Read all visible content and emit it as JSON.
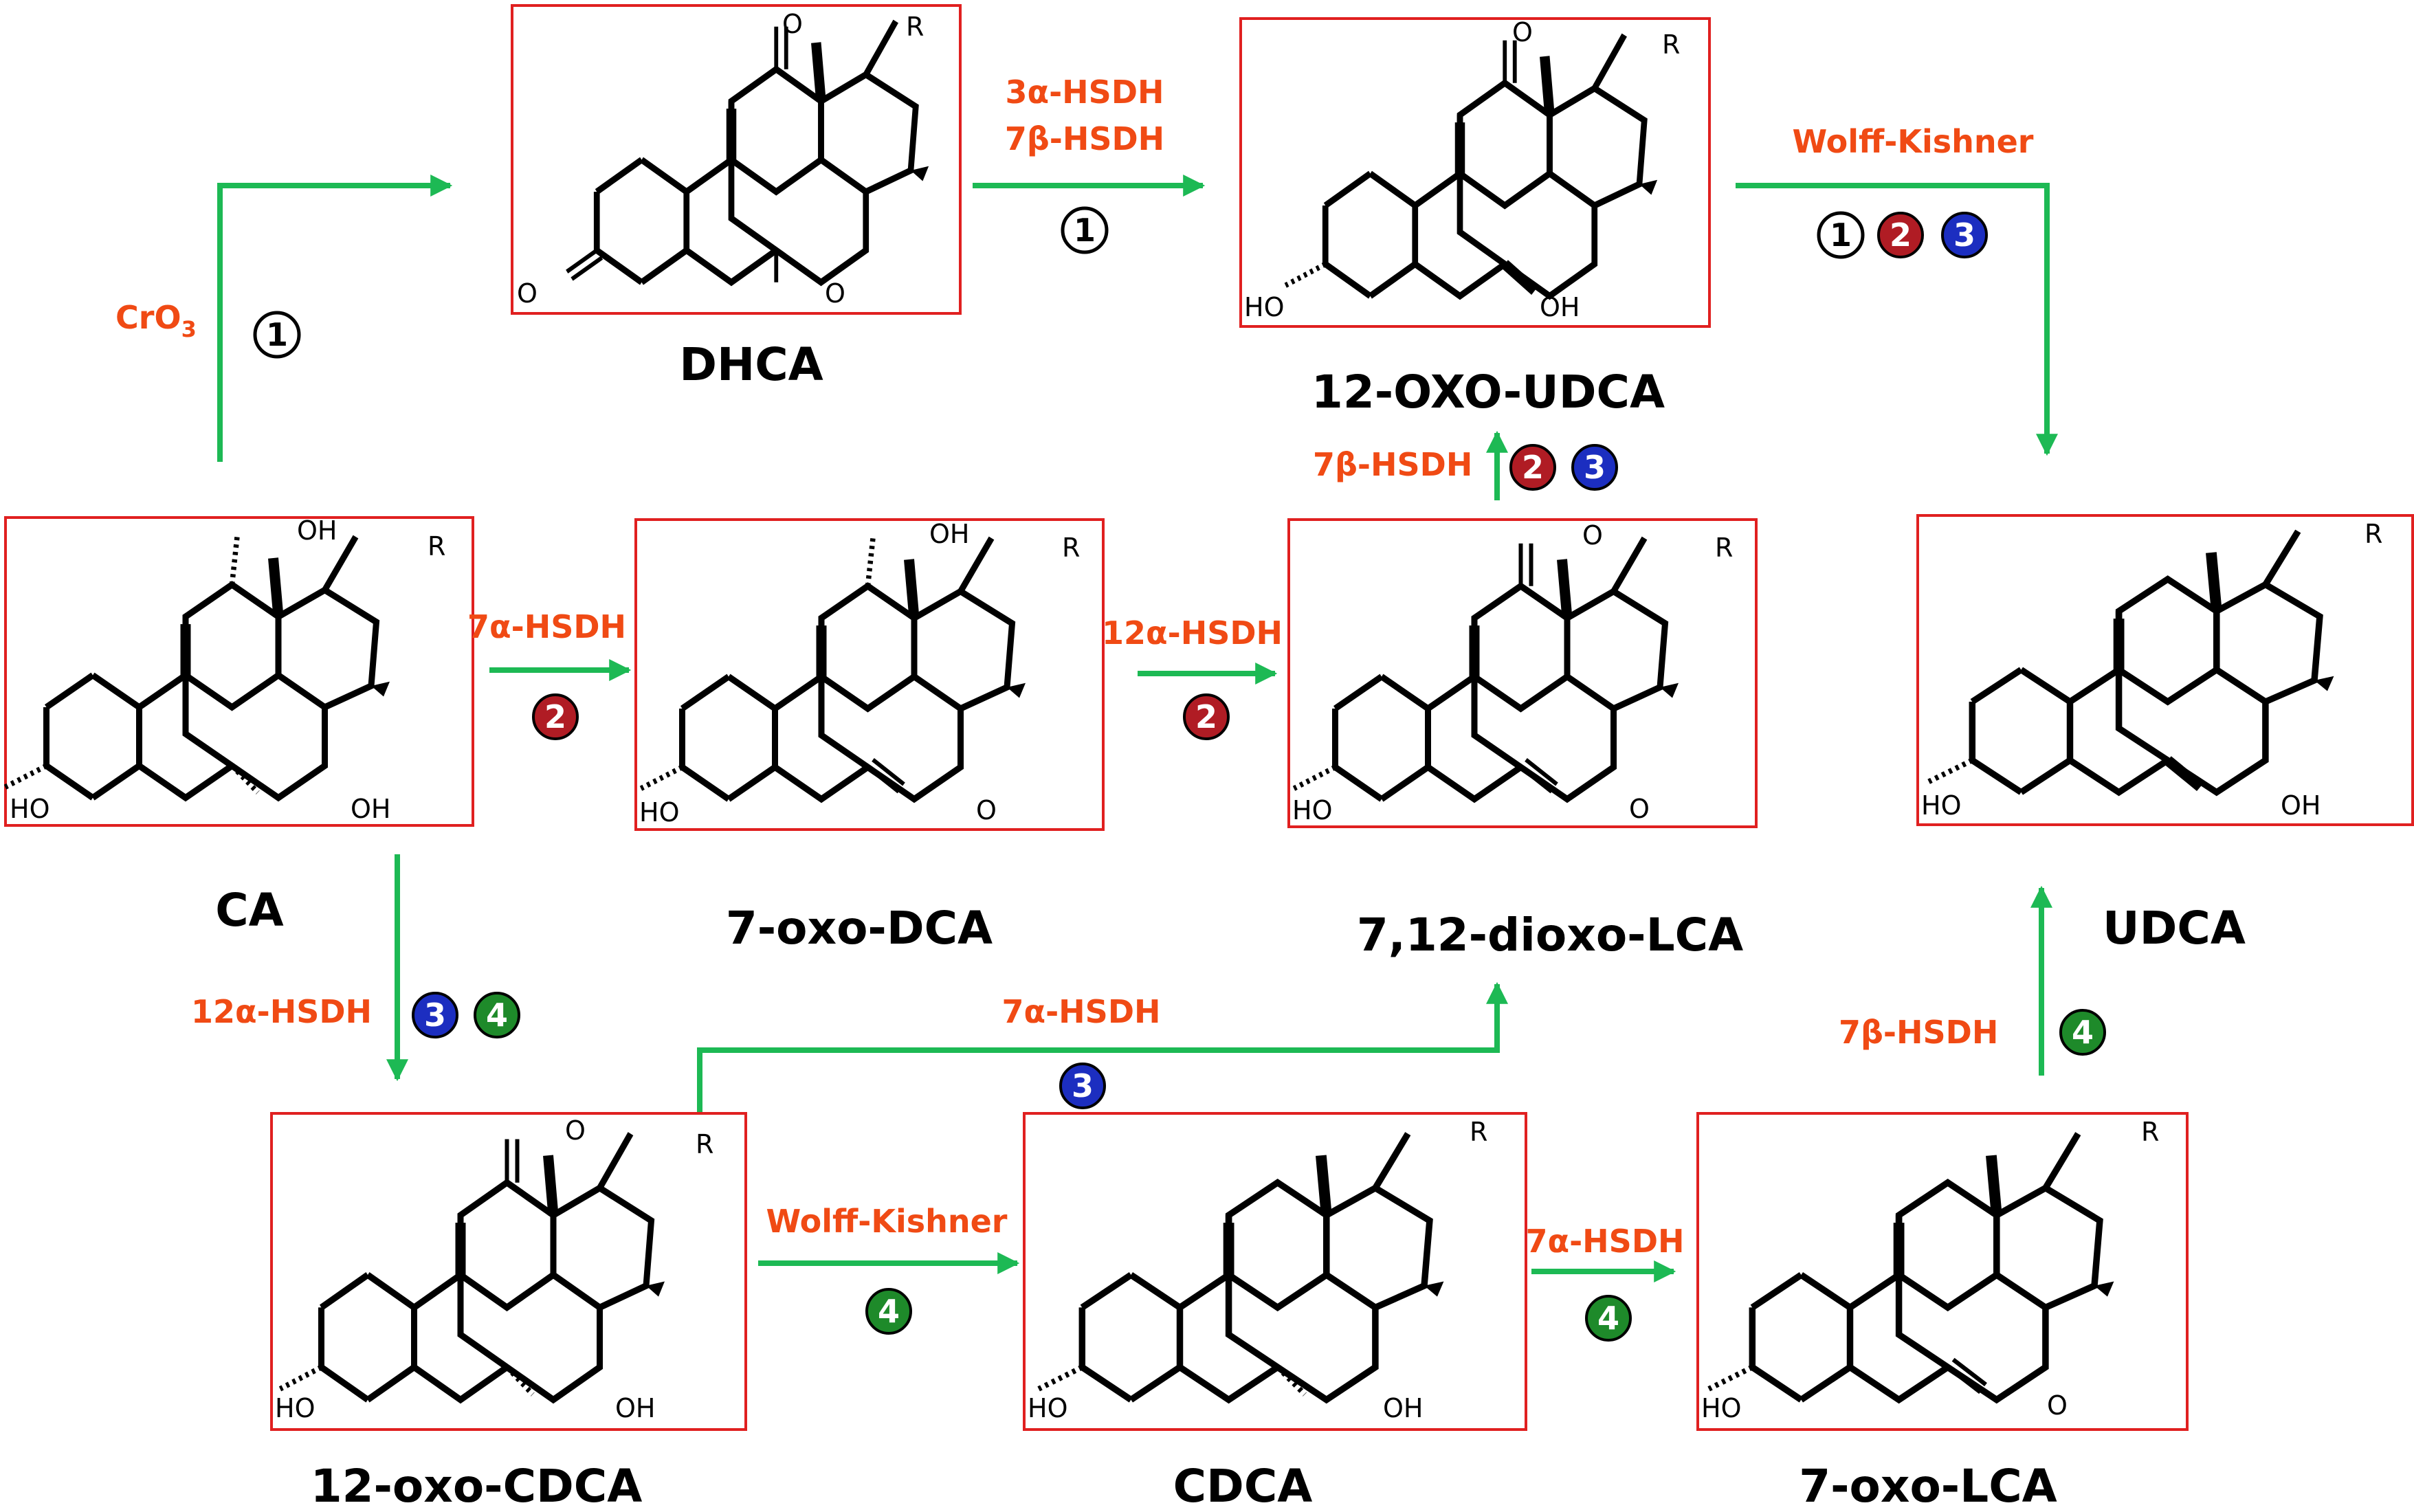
{
  "colors": {
    "box": "#e02020",
    "arrow": "#1db954",
    "enzyme_text": "#f04a14",
    "route1": "#000000",
    "route2": "#b01c24",
    "route3": "#1c2ec0",
    "route4": "#1e8a2a"
  },
  "compounds": {
    "dhca": "DHCA",
    "oxo_udca": "12-OXO-UDCA",
    "ca": "CA",
    "oxo_dca": "7-oxo-DCA",
    "dioxo_lca": "7,12-dioxo-LCA",
    "udca": "UDCA",
    "oxo_cdca": "12-oxo-CDCA",
    "cdca": "CDCA",
    "oxo_lca": "7-oxo-LCA"
  },
  "enzymes": {
    "cro3_a": "CrO",
    "cro3_b": "3",
    "hsdh_3a": "3α-HSDH",
    "hsdh_7b_top": "7β-HSDH",
    "wolff_top": "Wolff-Kishner",
    "hsdh_7b_mid": "7β-HSDH",
    "hsdh_7a_mid": "7α-HSDH",
    "hsdh_12a_mid": "12α-HSDH",
    "hsdh_12a_left": "12α-HSDH",
    "hsdh_7a_long": "7α-HSDH",
    "wolff_bottom": "Wolff-Kishner",
    "hsdh_7a_bottom": "7α-HSDH",
    "hsdh_7b_right": "7β-HSDH"
  },
  "routes": {
    "r1": "1",
    "r2": "2",
    "r3": "3",
    "r4": "4"
  },
  "atoms": {
    "r": "R",
    "o": "O",
    "oh": "OH",
    "ho": "HO"
  }
}
